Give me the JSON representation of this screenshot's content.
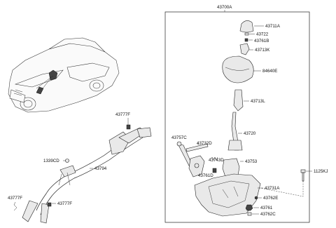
{
  "parts": {
    "assy": "43700A",
    "knob": "43711A",
    "pin": "43722",
    "bushing_top": "43761B",
    "retainer": "43713K",
    "boot": "84640E",
    "lever_cover": "43713L",
    "lever": "43720",
    "bolt_group": "43757C",
    "bushing_clip": "43732D",
    "spring": "43743D",
    "block": "43753",
    "clip_d": "43761D",
    "housing": "43731A",
    "screw": "43762E",
    "nut": "43761",
    "washer": "43762C",
    "bolt_ext": "1125KJ",
    "cable_clip_top": "43777F",
    "cable_clip_left": "43777F",
    "cable_clip_bottom": "43777F",
    "bracket": "1339CD",
    "cable_assy": "43794"
  },
  "colors": {
    "line": "#222222",
    "fill": "#e9e9e9",
    "background": "#ffffff"
  }
}
